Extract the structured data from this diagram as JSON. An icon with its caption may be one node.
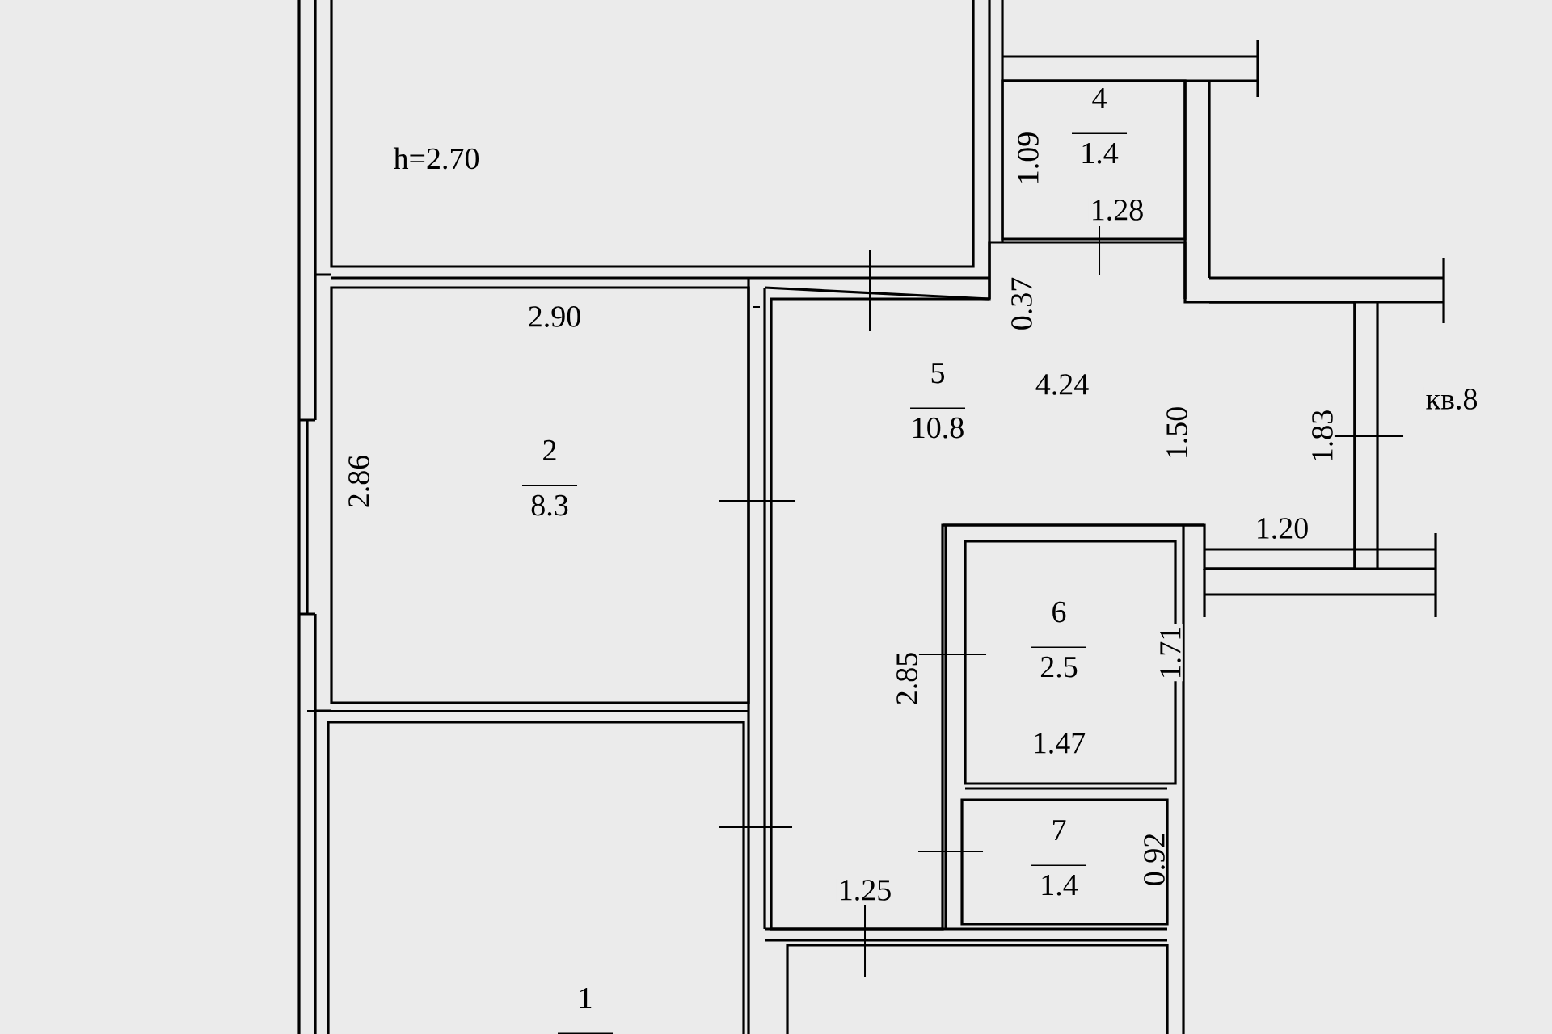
{
  "diagram": {
    "nodes": [
      {
        "text": [
          "h=2.70"
        ]
      },
      {
        "text": [
          "2",
          "8.3"
        ]
      },
      {
        "text": [
          "5",
          "10.8"
        ]
      },
      {
        "text": [
          "4",
          "1.4"
        ]
      },
      {
        "text": [
          "6",
          "2.5"
        ]
      },
      {
        "text": [
          "7",
          "1.4"
        ]
      },
      {
        "text": [
          "1"
        ]
      },
      {
        "text": [],
        "shape": "box"
      }
    ],
    "labels": [
      "1.09",
      "2.90",
      "0.37",
      "1.28",
      "4.24",
      "кв.8",
      "2.86",
      "1.50",
      "1.83",
      "1.20",
      "1.71",
      "2.85",
      "1.47",
      "0.92",
      "1.25"
    ]
  }
}
